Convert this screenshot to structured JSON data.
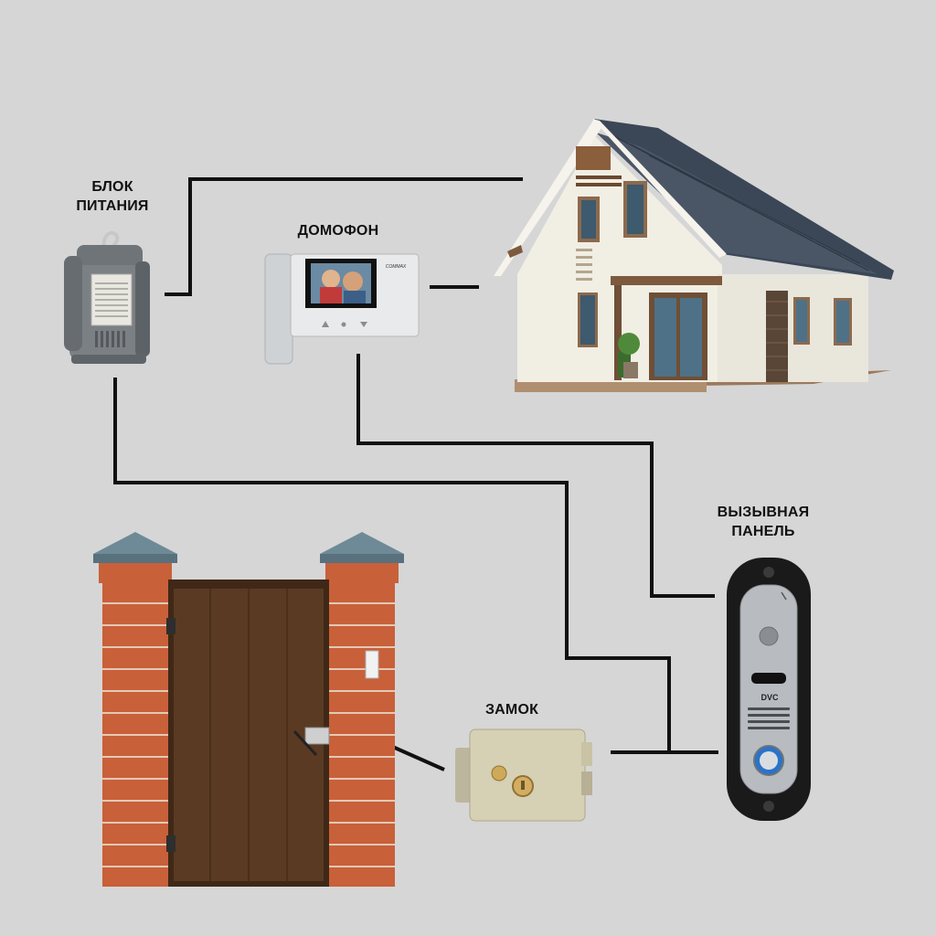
{
  "labels": {
    "power_supply": [
      "БЛОК",
      "ПИТАНИЯ"
    ],
    "intercom": "ДОМОФОН",
    "call_panel": [
      "ВЫЗЫВНАЯ",
      "ПАНЕЛЬ"
    ],
    "lock": "ЗАМОК"
  },
  "device_text": {
    "monitor_brand": "COMMAX",
    "panel_brand": "DVC"
  },
  "colors": {
    "background": "#d6d6d6",
    "wire": "#111111",
    "roof": "#3b4756",
    "brick": "#c8603a",
    "door": "#5a3a22",
    "panel_silver": "#b8bcc1"
  }
}
